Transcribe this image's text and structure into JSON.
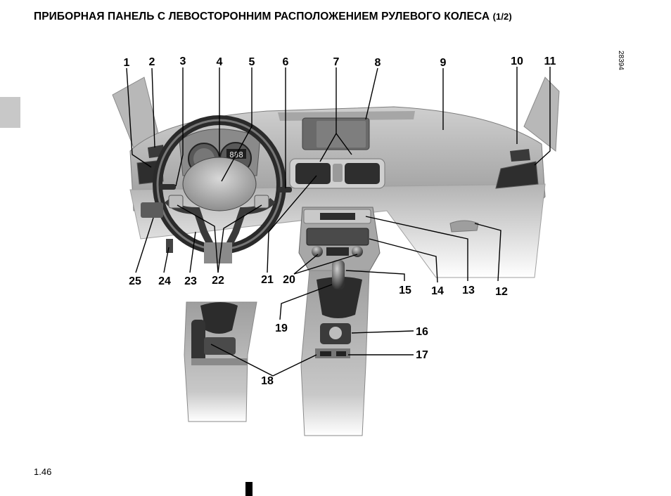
{
  "page": {
    "title_main": "ПРИБОРНАЯ ПАНЕЛЬ С ЛЕВОСТОРОННИМ РАСПОЛОЖЕНИЕМ РУЛЕВОГО КОЛЕСА",
    "title_part": "(1/2)",
    "figure_ref": "28394",
    "page_number": "1.46",
    "cluster_display": "888"
  },
  "callouts": [
    {
      "n": "1"
    },
    {
      "n": "2"
    },
    {
      "n": "3"
    },
    {
      "n": "4"
    },
    {
      "n": "5"
    },
    {
      "n": "6"
    },
    {
      "n": "7"
    },
    {
      "n": "8"
    },
    {
      "n": "9"
    },
    {
      "n": "10"
    },
    {
      "n": "11"
    },
    {
      "n": "12"
    },
    {
      "n": "13"
    },
    {
      "n": "14"
    },
    {
      "n": "15"
    },
    {
      "n": "16"
    },
    {
      "n": "17"
    },
    {
      "n": "18"
    },
    {
      "n": "19"
    },
    {
      "n": "20"
    },
    {
      "n": "21"
    },
    {
      "n": "22"
    },
    {
      "n": "23"
    },
    {
      "n": "24"
    },
    {
      "n": "25"
    }
  ]
}
